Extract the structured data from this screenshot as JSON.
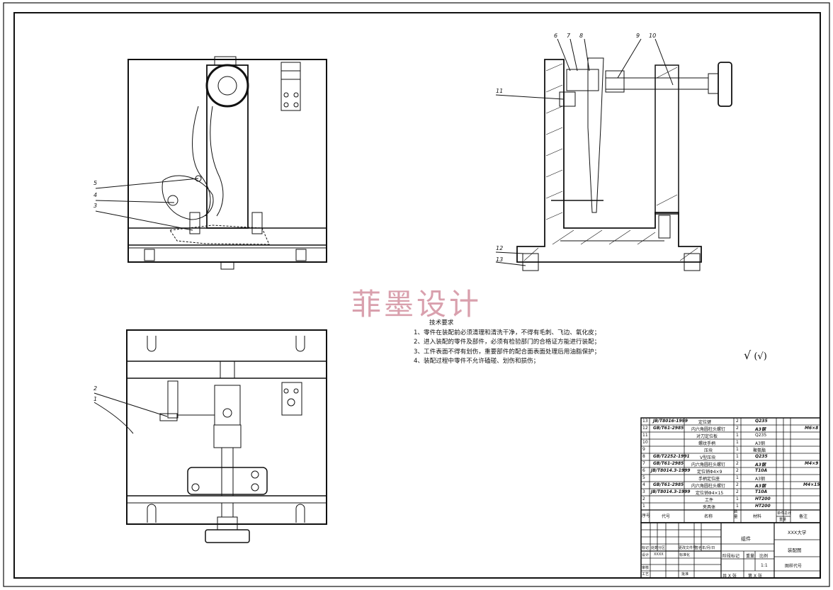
{
  "watermark": "菲墨设计",
  "tech_req": {
    "title": "技术要求",
    "items": [
      "1、零件在装配前必须清理和清洗干净，不得有毛刺、飞边、氧化皮；",
      "2、进入装配的零件及部件，必须有检验部门的合格证方能进行装配；",
      "3、工件表面不得有划伤，重要部件的配合面表面处理后用油脂保护；",
      "4、装配过程中零件不允许磕碰、划伤和损伤；"
    ]
  },
  "roughness": {
    "symbol": "√",
    "paren": "(√)"
  },
  "callouts": {
    "top_left": [
      "5",
      "4",
      "3"
    ],
    "bottom_left": [
      "2",
      "1"
    ],
    "side": [
      "6",
      "7",
      "8",
      "9",
      "10",
      "11",
      "12",
      "13"
    ]
  },
  "bom": [
    {
      "no": "13",
      "code": "JB/T8016-1999",
      "name": "定位键",
      "qty": "2",
      "mat": "Q235",
      "note": ""
    },
    {
      "no": "12",
      "code": "GB/T61-2985",
      "name": "内六角圆柱头螺钉",
      "qty": "2",
      "mat": "A3钢",
      "note": "M6×8"
    },
    {
      "no": "11",
      "code": "",
      "name": "对刀定位板",
      "qty": "1",
      "mat": "Q235",
      "note": ""
    },
    {
      "no": "10",
      "code": "",
      "name": "螺纹手柄",
      "qty": "1",
      "mat": "A3钢",
      "note": ""
    },
    {
      "no": "9",
      "code": "",
      "name": "压块",
      "qty": "1",
      "mat": "聚氨酯",
      "note": ""
    },
    {
      "no": "8",
      "code": "GB/T2252-1991",
      "name": "V型压块",
      "qty": "1",
      "mat": "Q235",
      "note": ""
    },
    {
      "no": "7",
      "code": "GB/T61-2985",
      "name": "内六角圆柱头螺钉",
      "qty": "2",
      "mat": "A3钢",
      "note": "M4×9"
    },
    {
      "no": "6",
      "code": "JB/T8014.3-1999",
      "name": "定位销Φ4×9",
      "qty": "2",
      "mat": "T10A",
      "note": ""
    },
    {
      "no": "5",
      "code": "",
      "name": "手柄定位座",
      "qty": "1",
      "mat": "A3钢",
      "note": ""
    },
    {
      "no": "4",
      "code": "GB/T61-2985",
      "name": "内六角圆柱头螺钉",
      "qty": "2",
      "mat": "A3钢",
      "note": "M4×15"
    },
    {
      "no": "3",
      "code": "JB/T8014.3-1999",
      "name": "定位销Φ4×15",
      "qty": "2",
      "mat": "T10A",
      "note": ""
    },
    {
      "no": "2",
      "code": "",
      "name": "工件",
      "qty": "1",
      "mat": "HT200",
      "note": ""
    },
    {
      "no": "1",
      "code": "",
      "name": "夹具体",
      "qty": "1",
      "mat": "HT200",
      "note": ""
    }
  ],
  "bom_header": {
    "no": "序号",
    "code": "代号",
    "name": "名称",
    "qty": "数量",
    "mat": "材料",
    "unit": "单件",
    "total": "总计",
    "weight": "重量",
    "note": "备注"
  },
  "title_block": {
    "drawing_name": "组件",
    "company": "XXX大学",
    "drawing_type": "装配图",
    "drawing_no": "图样代号",
    "scale_label": "比例",
    "scale": "1:1",
    "stage_label": "阶段标记",
    "weight_label": "重量",
    "sheet_label": "共  X 张",
    "sheet_of": "第  X 张",
    "mark_label": "标记",
    "count_label": "处数",
    "zone_label": "分区",
    "change_label": "更改文件号",
    "sign_label": "签名",
    "date_label": "年/月/日",
    "design_label": "设计",
    "designer": "XXXX",
    "std_label": "标准化",
    "review_label": "审核",
    "process_label": "工艺",
    "approve_label": "批准"
  }
}
